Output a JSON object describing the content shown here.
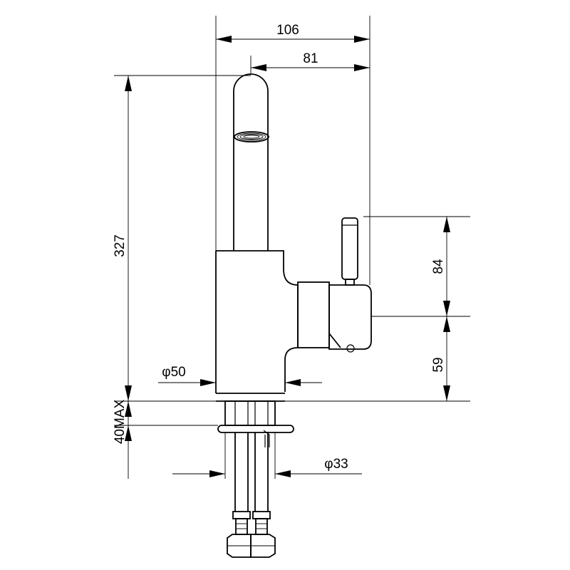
{
  "diagram": {
    "dimensions": {
      "overall_width": "106",
      "spout_reach": "81",
      "total_height": "327",
      "handle_height": "84",
      "handle_axis_height": "59",
      "base_diameter": "φ50",
      "mounting_thickness": "40MAX",
      "hole_diameter": "φ33"
    }
  }
}
